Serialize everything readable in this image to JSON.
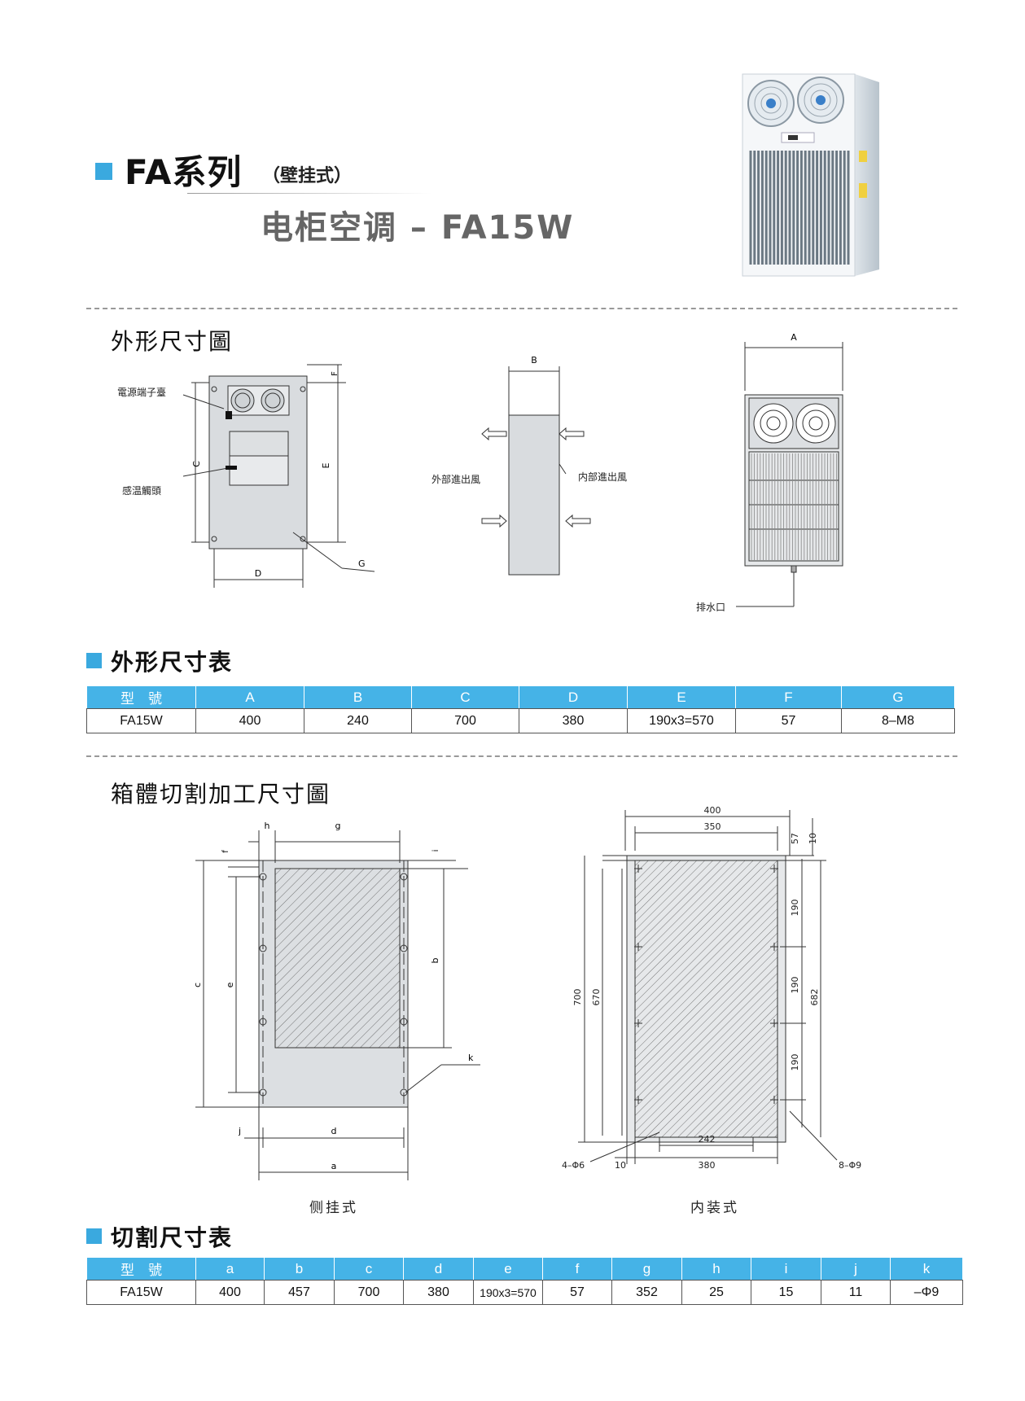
{
  "header": {
    "series_title": "FA系列",
    "mount_type": "（壁挂式）",
    "model_title": "电柜空调 – FA15W"
  },
  "sections": {
    "outline_drawing_title": "外形尺寸圖",
    "outline_table_title": "外形尺寸表",
    "cutout_drawing_title": "箱體切割加工尺寸圖",
    "cutout_table_title": "切割尺寸表"
  },
  "outline_drawing": {
    "labels": {
      "power_terminal": "電源端子臺",
      "temp_sensor": "感温觸頭",
      "dim_C": "C",
      "dim_E": "E",
      "dim_F": "F",
      "dim_D": "D",
      "dim_G": "G",
      "dim_B": "B",
      "dim_A": "A",
      "external_air": "外部進出風",
      "internal_air": "内部進出風",
      "drain": "排水口"
    }
  },
  "outline_table": {
    "headers": [
      "型　號",
      "A",
      "B",
      "C",
      "D",
      "E",
      "F",
      "G"
    ],
    "row": [
      "FA15W",
      "400",
      "240",
      "700",
      "380",
      "190x3=570",
      "57",
      "8–M8"
    ]
  },
  "cutout_drawing": {
    "side": {
      "labels": {
        "h": "h",
        "g": "g",
        "f": "f",
        "i": "i",
        "b": "b",
        "c": "c",
        "e": "e",
        "k": "k",
        "j": "j",
        "d": "d",
        "a": "a"
      },
      "caption": "侧挂式"
    },
    "inner": {
      "labels": {
        "w400": "400",
        "w350": "350",
        "v57": "57",
        "v10": "10",
        "h700": "700",
        "h670": "670",
        "h682": "682",
        "s190a": "190",
        "s190b": "190",
        "s190c": "190",
        "w242": "242",
        "w380": "380",
        "w10": "10",
        "holes4": "4–Φ6",
        "holes8": "8–Φ9"
      },
      "caption": "内装式"
    }
  },
  "cutout_table": {
    "headers": [
      "型　號",
      "a",
      "b",
      "c",
      "d",
      "e",
      "f",
      "g",
      "h",
      "i",
      "j",
      "k"
    ],
    "row": [
      "FA15W",
      "400",
      "457",
      "700",
      "380",
      "190x3=570",
      "57",
      "352",
      "25",
      "15",
      "11",
      "–Φ9"
    ]
  },
  "colors": {
    "accent": "#3aa9df",
    "table_header": "#45b3e7"
  },
  "icons": [
    "product-photo",
    "fan-icon"
  ]
}
